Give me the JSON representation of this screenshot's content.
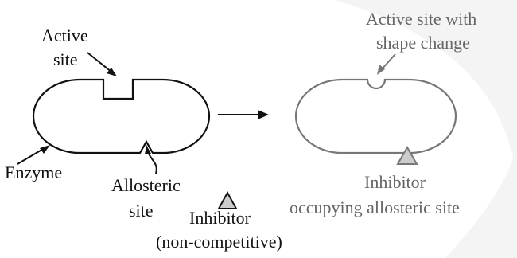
{
  "diagram": {
    "before": {
      "active_site_label_line1": "Active",
      "active_site_label_line2": "site",
      "enzyme_label": "Enzyme",
      "allosteric_label_line1": "Allosteric",
      "allosteric_label_line2": "site",
      "inhibitor_label_line1": "Inhibitor",
      "inhibitor_label_line2": "(non-competitive)"
    },
    "after": {
      "active_site_label_line1": "Active site with",
      "active_site_label_line2": "shape change",
      "inhibitor_label_line1": "Inhibitor",
      "inhibitor_label_line2": "occupying allosteric site"
    },
    "colors": {
      "before_stroke": "#111111",
      "after_stroke": "#777777",
      "inhibitor_fill": "#cccccc",
      "watermark": "#f4f4f4"
    }
  }
}
